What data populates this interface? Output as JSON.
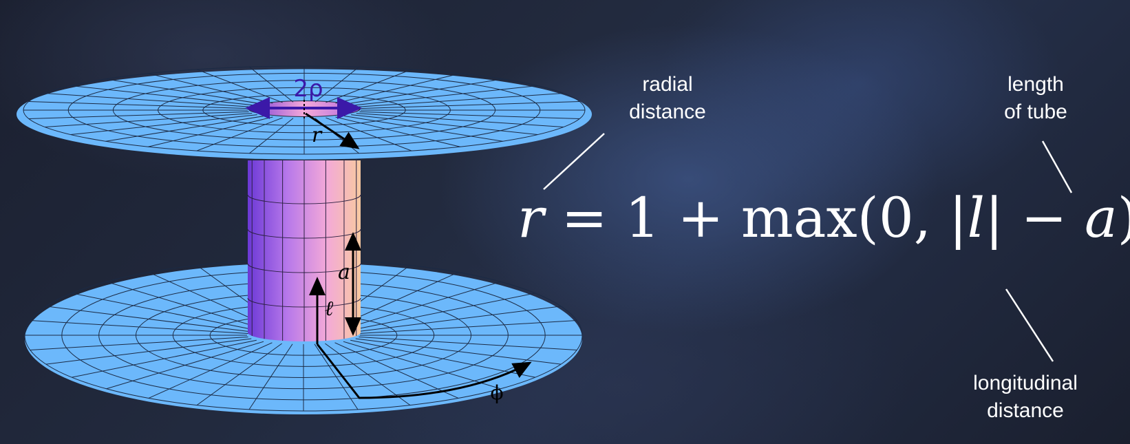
{
  "labels": {
    "radial": [
      "radial",
      "distance"
    ],
    "length": [
      "length",
      "of tube"
    ],
    "longitudinal": [
      "longitudinal",
      "distance"
    ]
  },
  "equation": {
    "lhs": "r",
    "eq": " = 1 + max(0, |",
    "l": "l",
    "mid": "| − ",
    "a": "a",
    "close": ")"
  },
  "diagram": {
    "throat_label": "2ρ",
    "r_label": "r",
    "a_label": "a",
    "ell_label": "ℓ",
    "phi_label": "ϕ"
  },
  "colors": {
    "disk": "#6cb8fb",
    "grid": "#1b2a44",
    "tube_left": "#6f3fd9",
    "tube_mid": "#f2a6d6",
    "tube_right": "#f7c7a1",
    "arrow": "#000000",
    "throat_arrow": "#3b19a8",
    "text": "#ffffff"
  }
}
